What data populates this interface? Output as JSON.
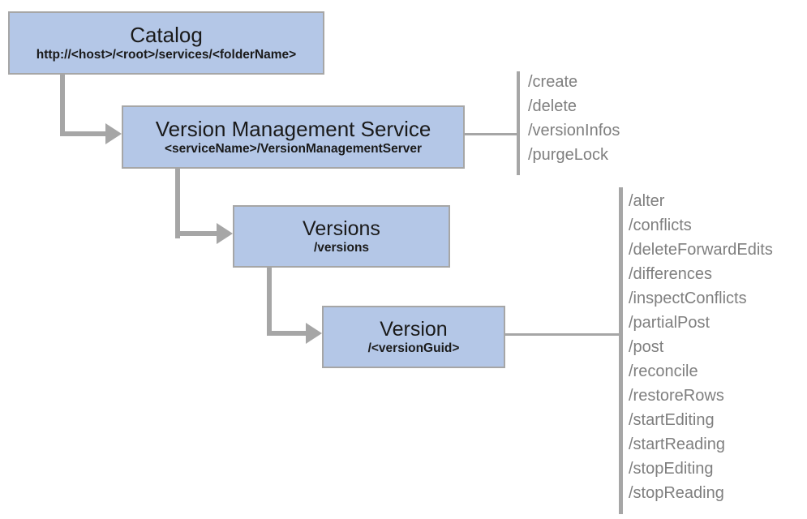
{
  "nodes": {
    "catalog": {
      "title": "Catalog",
      "subtitle": "http://<host>/<root>/services/<folderName>"
    },
    "vms": {
      "title": "Version Management Service",
      "subtitle": "<serviceName>/VersionManagementServer"
    },
    "versions": {
      "title": "Versions",
      "subtitle": "/versions"
    },
    "version": {
      "title": "Version",
      "subtitle": "/<versionGuid>"
    }
  },
  "operations": {
    "vms": [
      "/create",
      "/delete",
      "/versionInfos",
      "/purgeLock"
    ],
    "version": [
      "/alter",
      "/conflicts",
      "/deleteForwardEdits",
      "/differences",
      "/inspectConflicts",
      "/partialPost",
      "/post",
      "/reconcile",
      "/restoreRows",
      "/startEditing",
      "/startReading",
      "/stopEditing",
      "/stopReading"
    ]
  },
  "colors": {
    "node_fill": "#b4c7e7",
    "node_border": "#a6a6a6",
    "connector": "#a6a6a6",
    "title_text": "#1a1a1a",
    "operation_text": "#7f7f7f"
  }
}
